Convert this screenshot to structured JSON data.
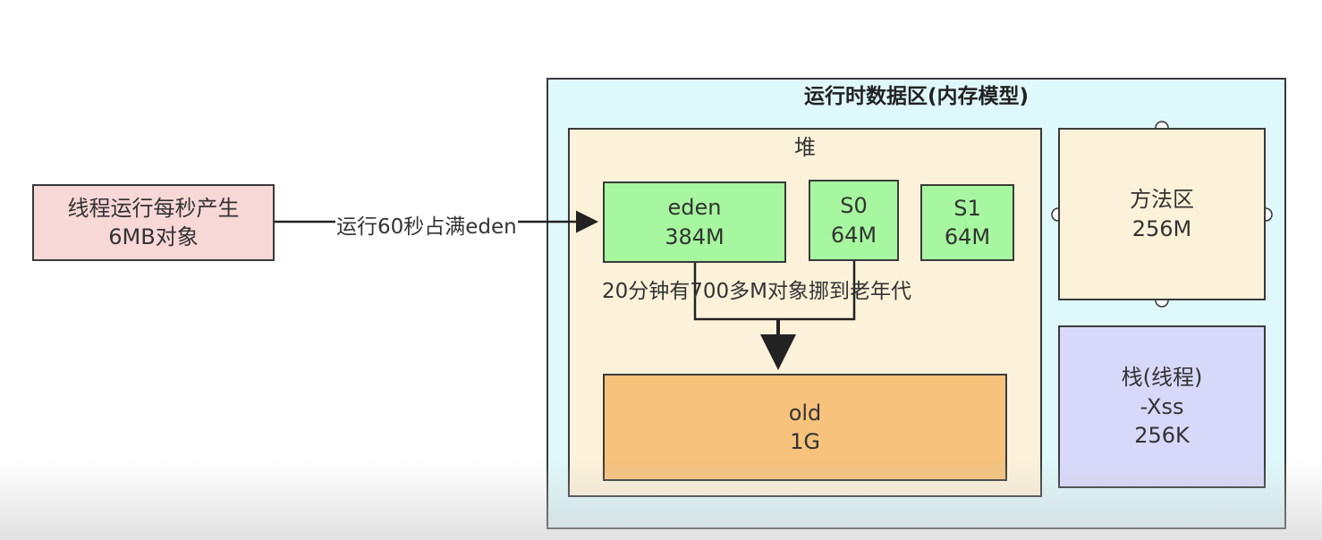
{
  "thread_box": {
    "line1": "线程运行每秒产生",
    "line2": "6MB对象"
  },
  "arrow_label": "运行60秒占满eden",
  "runtime_area": {
    "title": "运行时数据区(内存模型)"
  },
  "heap": {
    "title": "堆",
    "eden": {
      "name": "eden",
      "size": "384M"
    },
    "s0": {
      "name": "S0",
      "size": "64M"
    },
    "s1": {
      "name": "S1",
      "size": "64M"
    },
    "promotion_note": "20分钟有700多M对象挪到老年代",
    "old": {
      "name": "old",
      "size": "1G"
    }
  },
  "method_area": {
    "name": "方法区",
    "size": "256M"
  },
  "stack": {
    "name": "栈(线程)",
    "param": "-Xss",
    "size": "256K"
  },
  "colors": {
    "thread_box": "#f8d7d7",
    "runtime_area": "#dff8fb",
    "heap": "#fcf2da",
    "young_gen": "#a6f79f",
    "old_gen": "#f6c27c",
    "stack": "#d8d8fa"
  }
}
